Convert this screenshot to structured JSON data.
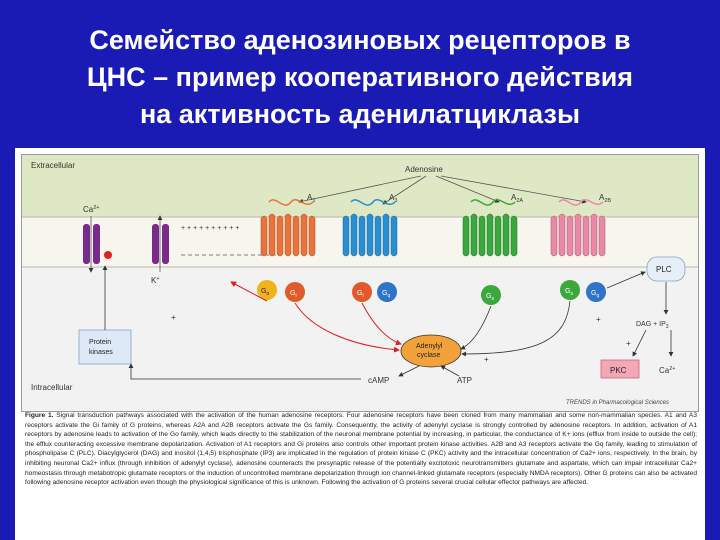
{
  "title": {
    "line1": "Семейство аденозиновых рецепторов в",
    "line2": "ЦНС – пример кооперативного действия",
    "line3": "на активность аденилатциклазы"
  },
  "diagram": {
    "extracellular": "Extracellular",
    "intracellular": "Intracellular",
    "adenosine": "Adenosine",
    "ca": "Ca",
    "ca_sup": "2+",
    "k": "K",
    "k_sup": "+",
    "receptors": [
      {
        "name": "A",
        "sub": "1",
        "color": "#e8743b"
      },
      {
        "name": "A",
        "sub": "3",
        "color": "#2a8fd0"
      },
      {
        "name": "A",
        "sub": "2A",
        "color": "#3aa83a"
      },
      {
        "name": "A",
        "sub": "2B",
        "color": "#e68aa6"
      }
    ],
    "g_proteins": [
      {
        "name": "G",
        "sub": "o",
        "color": "#f2b21b"
      },
      {
        "name": "G",
        "sub": "i",
        "color": "#e35a2a"
      },
      {
        "name": "G",
        "sub": "i",
        "color": "#e35a2a"
      },
      {
        "name": "G",
        "sub": "q",
        "color": "#2f74c8"
      },
      {
        "name": "G",
        "sub": "s",
        "color": "#3aa83a"
      },
      {
        "name": "G",
        "sub": "s",
        "color": "#3aa83a"
      },
      {
        "name": "G",
        "sub": "q",
        "color": "#2f74c8"
      }
    ],
    "plc": "PLC",
    "protein_kinases_line1": "Protein",
    "protein_kinases_line2": "kinases",
    "adenylyl_line1": "Adenylyl",
    "adenylyl_line2": "cyclase",
    "camp": "cAMP",
    "atp": "ATP",
    "dag": "DAG + IP",
    "dag_sub": "3",
    "pkc": "PKC",
    "ca_right": "Ca",
    "ca_right_sup": "2+",
    "membrane_charges": "+ + + + + + + + + +",
    "plus": "+",
    "minus": "−",
    "credit": "TRENDS in Pharmacological Sciences"
  },
  "caption": {
    "label": "Figure 1.",
    "text": " Signal transduction pathways associated with the activation of the human adenosine receptors. Four adenosine receptors have been cloned from many mammalian and some non-mammalian species. A1 and A3 receptors activate the Gi family of G proteins, whereas A2A and A2B receptors activate the Gs family. Consequently, the activity of adenylyl cyclase is strongly controlled by adenosine receptors. In addition, activation of A1 receptors by adenosine leads to activation of the Go family, which leads directly to the stabilization of the neuronal membrane potential by increasing, in particular, the conductance of K+ ions (efflux from inside to outside the cell); the efflux counteracting excessive membrane depolarization. Activation of A1 receptors and Gi proteins also controls other important protein kinase activities. A2B and A3 receptors activate the Gq family, leading to stimulation of phospholipase C (PLC). Diacylglycerol (DAG) and inositol (1,4,5) trisphosphate (IP3) are implicated in the regulation of protein kinase C (PKC) activity and the intracellular concentration of Ca2+ ions, respectively. In the brain, by inhibiting neuronal Ca2+ influx (through inhibition of adenylyl cyclase), adenosine counteracts the presynaptic release of the potentially excitotoxic neurotransmitters glutamate and aspartate, which can impair intracellular Ca2+ homeostasis through metabotropic glutamate receptors or the induction of uncontrolled membrane depolarization through ion channel-linked glutamate receptors (especially NMDA receptors). Other G proteins can also be activated following adenosine receptor activation even though the physiological significance of this is unknown. Following the activation of G proteins several crucial cellular effector pathways are affected."
  },
  "colors": {
    "background": "#1a1ab4",
    "title_text": "#ffffff",
    "extracellular_bg": "#dfe8c4",
    "intracellular_bg": "#f2f2f2",
    "membrane_band": "#f6f6ee",
    "adenylyl_cyclase": "#f3a23a",
    "plc": "#e6eef7",
    "pkc": "#f4a7b5",
    "protein_kinases": "#dde9f6",
    "inhibition_arrow": "#e02020",
    "channel": "#7a2a8a"
  }
}
